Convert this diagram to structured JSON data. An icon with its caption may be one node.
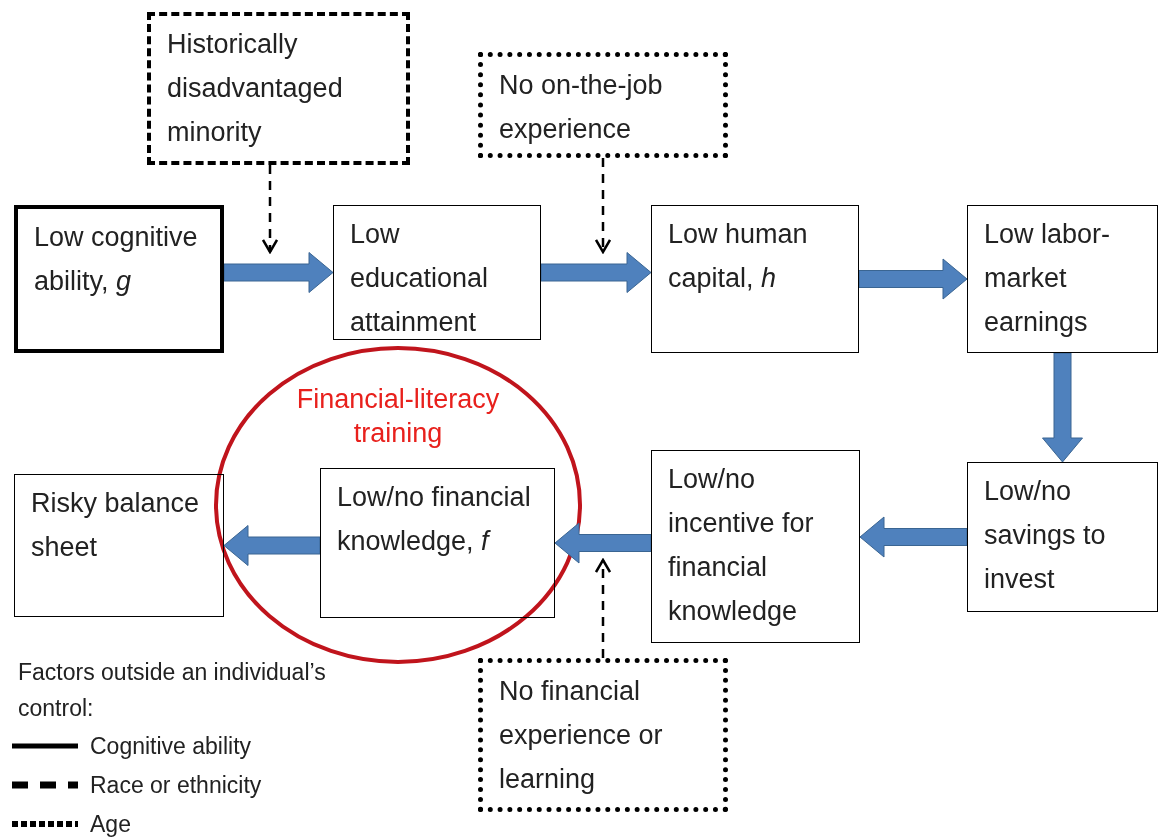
{
  "diagram": {
    "nodes": [
      {
        "text": [
          "Historically disadvantaged minority"
        ]
      },
      {
        "text": [
          "No on-the-job experience"
        ]
      },
      {
        "text": [
          "Low cognitive ability, *g*"
        ]
      },
      {
        "text": [
          "Low educational attainment"
        ]
      },
      {
        "text": [
          "Low human capital, *h*"
        ]
      },
      {
        "text": [
          "Low labor-market earnings"
        ]
      },
      {
        "text": [
          "Financial-literacy training"
        ]
      },
      {
        "text": [
          "Risky balance sheet"
        ]
      },
      {
        "text": [
          "Low/no financial knowledge, *f*"
        ]
      },
      {
        "text": [
          "Low/no incentive for financial knowledge"
        ]
      },
      {
        "text": [
          "Low/no savings to invest"
        ]
      },
      {
        "text": [
          "No financial experience or learning"
        ]
      }
    ],
    "edges": [
      {
        "from": 2,
        "to": 3,
        "arrow": "to",
        "style": "thick"
      },
      {
        "from": 3,
        "to": 4,
        "arrow": "to",
        "style": "thick"
      },
      {
        "from": 4,
        "to": 5,
        "arrow": "to",
        "style": "thick"
      },
      {
        "from": 5,
        "to": 10,
        "arrow": "to",
        "style": "thick"
      },
      {
        "from": 10,
        "to": 9,
        "arrow": "to",
        "style": "thick"
      },
      {
        "from": 9,
        "to": 8,
        "arrow": "to",
        "style": "thick"
      },
      {
        "from": 8,
        "to": 7,
        "arrow": "to",
        "style": "thick"
      },
      {
        "from": 0,
        "to": null,
        "arrow": "to",
        "style": "dashed",
        "color": "#000000"
      },
      {
        "from": 1,
        "to": null,
        "arrow": "to",
        "style": "dashed",
        "color": "#000000"
      },
      {
        "from": 11,
        "to": null,
        "arrow": "to",
        "style": "dashed",
        "color": "#000000"
      }
    ],
    "labels": [
      "Factors outside an individual’s control:"
    ],
    "legend": [
      {
        "text": "Cognitive ability"
      },
      {
        "text": "Race or ethnicity"
      },
      {
        "text": "Age"
      }
    ]
  }
}
